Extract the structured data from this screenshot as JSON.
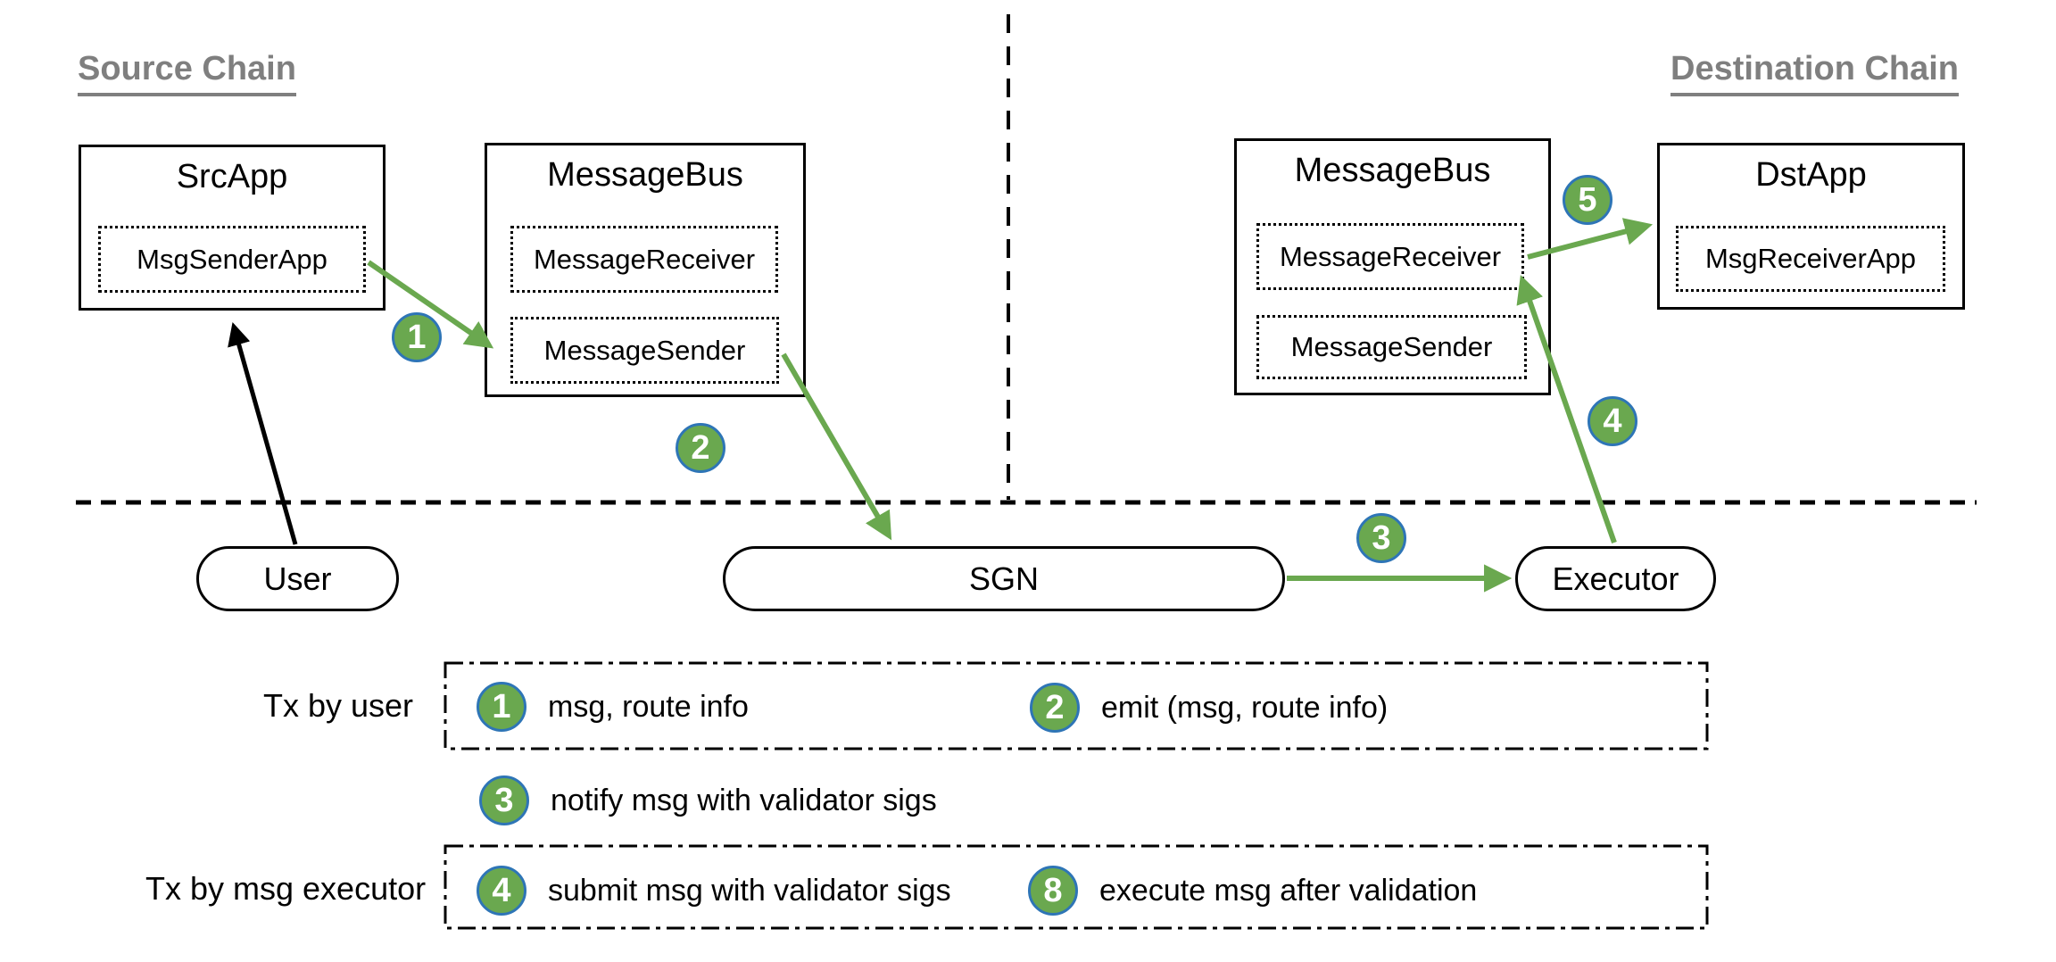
{
  "headings": {
    "source": "Source Chain",
    "destination": "Destination Chain"
  },
  "source_chain": {
    "src_app": {
      "title": "SrcApp",
      "module": "MsgSenderApp"
    },
    "message_bus": {
      "title": "MessageBus",
      "receiver": "MessageReceiver",
      "sender": "MessageSender"
    }
  },
  "destination_chain": {
    "message_bus": {
      "title": "MessageBus",
      "receiver": "MessageReceiver",
      "sender": "MessageSender"
    },
    "dst_app": {
      "title": "DstApp",
      "module": "MsgReceiverApp"
    }
  },
  "offchain": {
    "user": "User",
    "sgn": "SGN",
    "executor": "Executor"
  },
  "badges": {
    "s1": "1",
    "s2": "2",
    "s3": "3",
    "s4": "4",
    "s5": "5"
  },
  "legend": {
    "tx_by_user_label": "Tx by user",
    "tx_by_executor_label": "Tx by msg executor",
    "items": [
      {
        "num": "1",
        "text": "msg, route info"
      },
      {
        "num": "2",
        "text": "emit (msg, route info)"
      },
      {
        "num": "3",
        "text": "notify msg with validator sigs"
      },
      {
        "num": "4",
        "text": "submit msg with validator sigs"
      },
      {
        "num": "8",
        "text": "execute msg after validation"
      }
    ]
  },
  "colors": {
    "badge_green": "#6aa84f",
    "badge_border": "#2e75b6",
    "arrow_green": "#6aa84f",
    "heading_gray": "#7f7f7f",
    "line_black": "#000000"
  }
}
